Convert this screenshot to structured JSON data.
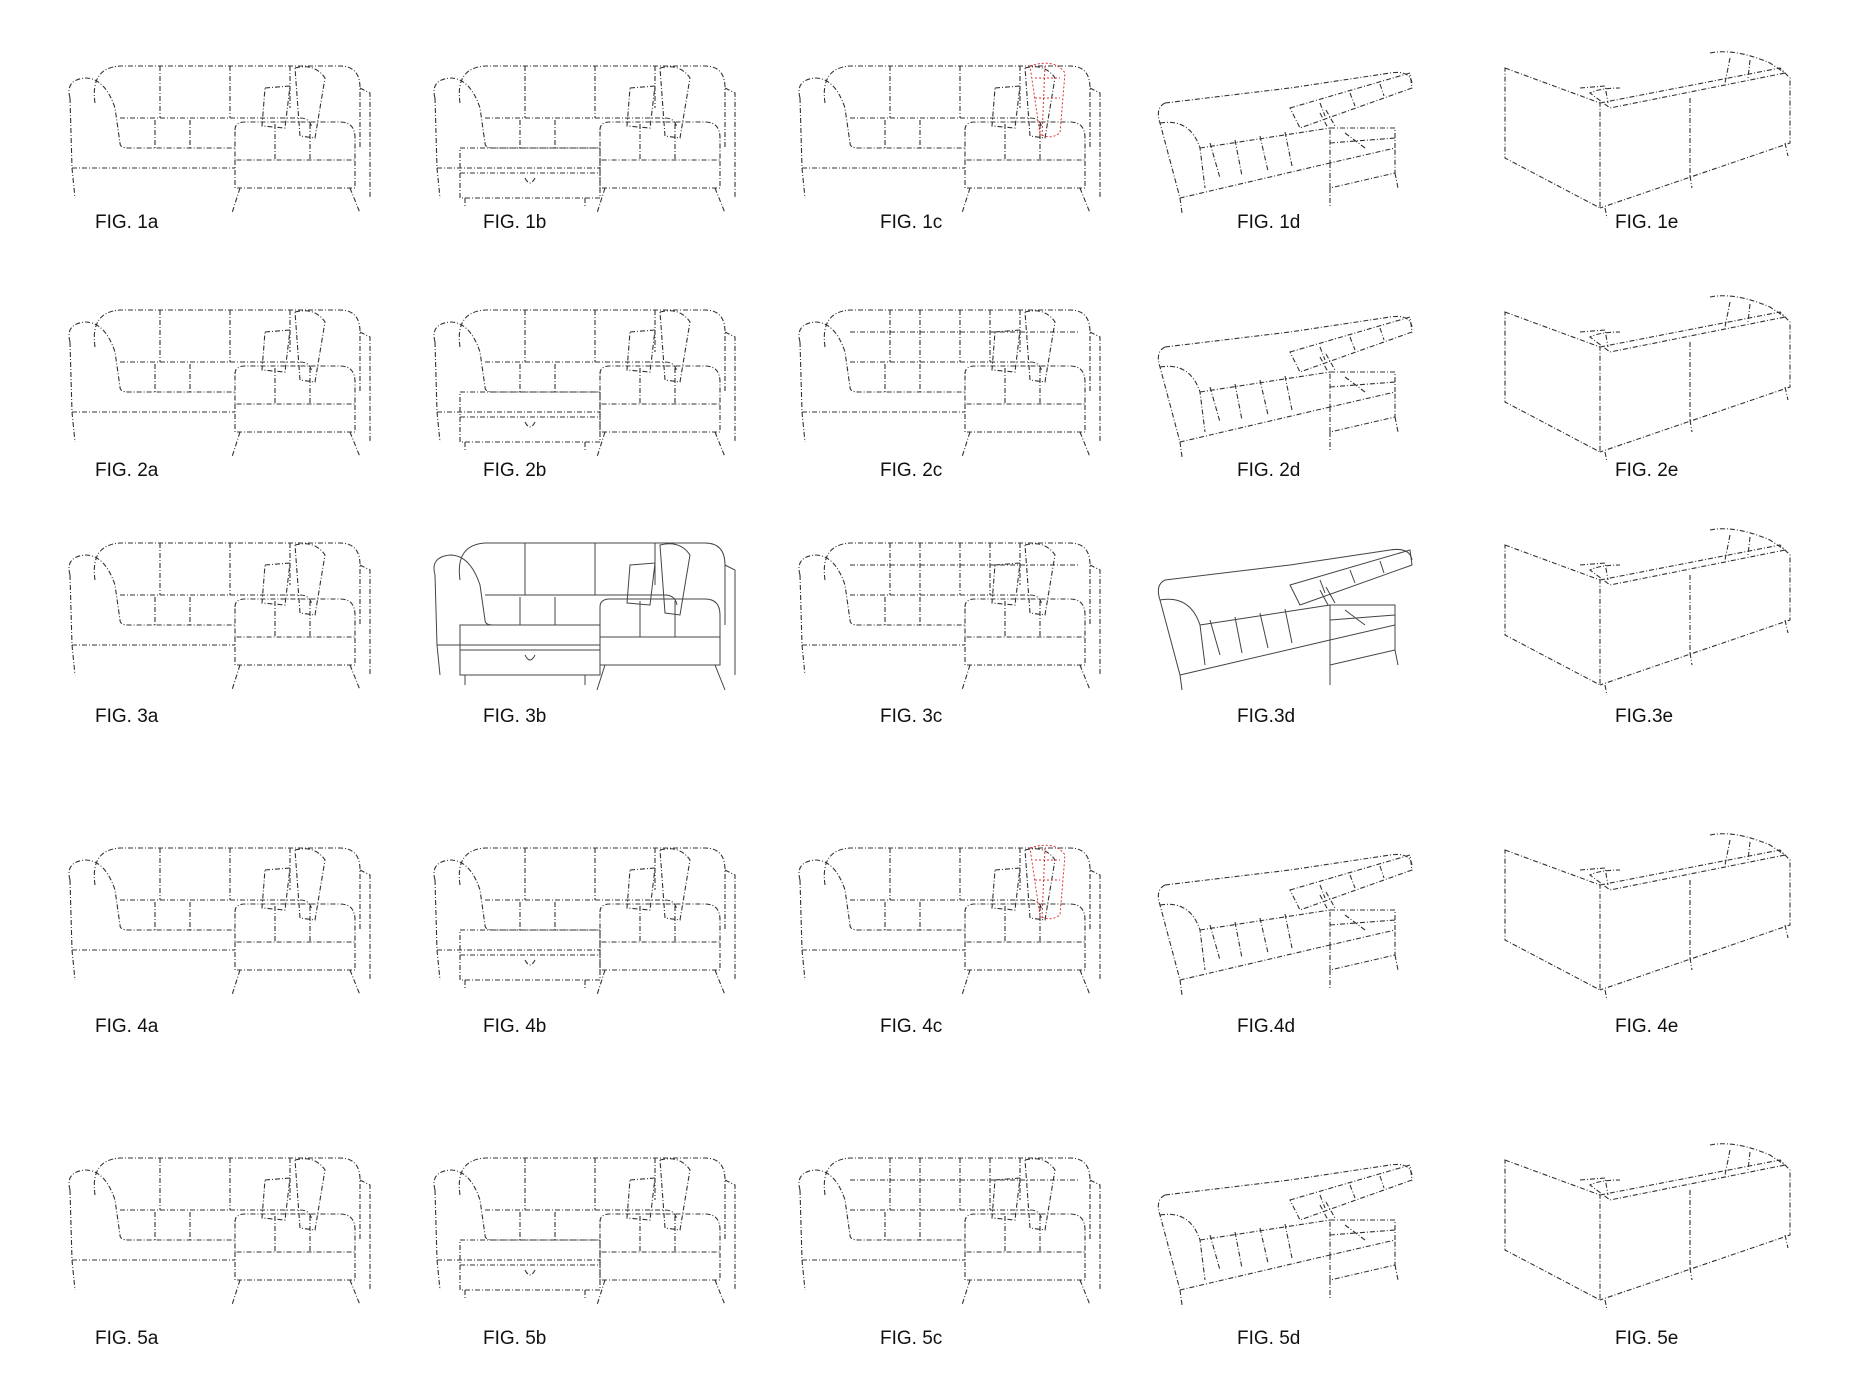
{
  "figures": [
    {
      "label": "FIG. 1a",
      "view": "front",
      "variant": "chaise"
    },
    {
      "label": "FIG. 1b",
      "view": "front",
      "variant": "sleeper"
    },
    {
      "label": "FIG. 1c",
      "view": "front",
      "variant": "highlight"
    },
    {
      "label": "FIG. 1d",
      "view": "iso",
      "variant": "storage"
    },
    {
      "label": "FIG. 1e",
      "view": "back",
      "variant": "rear"
    },
    {
      "label": "FIG. 2a",
      "view": "front",
      "variant": "chaise"
    },
    {
      "label": "FIG. 2b",
      "view": "front",
      "variant": "sleeper"
    },
    {
      "label": "FIG. 2c",
      "view": "front",
      "variant": "plain"
    },
    {
      "label": "FIG. 2d",
      "view": "iso",
      "variant": "storage"
    },
    {
      "label": "FIG. 2e",
      "view": "back",
      "variant": "rear"
    },
    {
      "label": "FIG. 3a",
      "view": "front",
      "variant": "chaise"
    },
    {
      "label": "FIG. 3b",
      "view": "front",
      "variant": "sleeper-solid"
    },
    {
      "label": "FIG. 3c",
      "view": "front",
      "variant": "plain"
    },
    {
      "label": "FIG.3d",
      "view": "iso",
      "variant": "storage-solid"
    },
    {
      "label": "FIG.3e",
      "view": "back",
      "variant": "rear"
    },
    {
      "label": "FIG. 4a",
      "view": "front",
      "variant": "chaise"
    },
    {
      "label": "FIG. 4b",
      "view": "front",
      "variant": "sleeper"
    },
    {
      "label": "FIG. 4c",
      "view": "front",
      "variant": "highlight"
    },
    {
      "label": "FIG.4d",
      "view": "iso",
      "variant": "storage"
    },
    {
      "label": "FIG. 4e",
      "view": "back",
      "variant": "rear"
    },
    {
      "label": "FIG. 5a",
      "view": "front",
      "variant": "chaise"
    },
    {
      "label": "FIG. 5b",
      "view": "front",
      "variant": "sleeper"
    },
    {
      "label": "FIG. 5c",
      "view": "front",
      "variant": "plain"
    },
    {
      "label": "FIG. 5d",
      "view": "iso",
      "variant": "storage"
    },
    {
      "label": "FIG. 5e",
      "view": "back",
      "variant": "rear"
    }
  ]
}
